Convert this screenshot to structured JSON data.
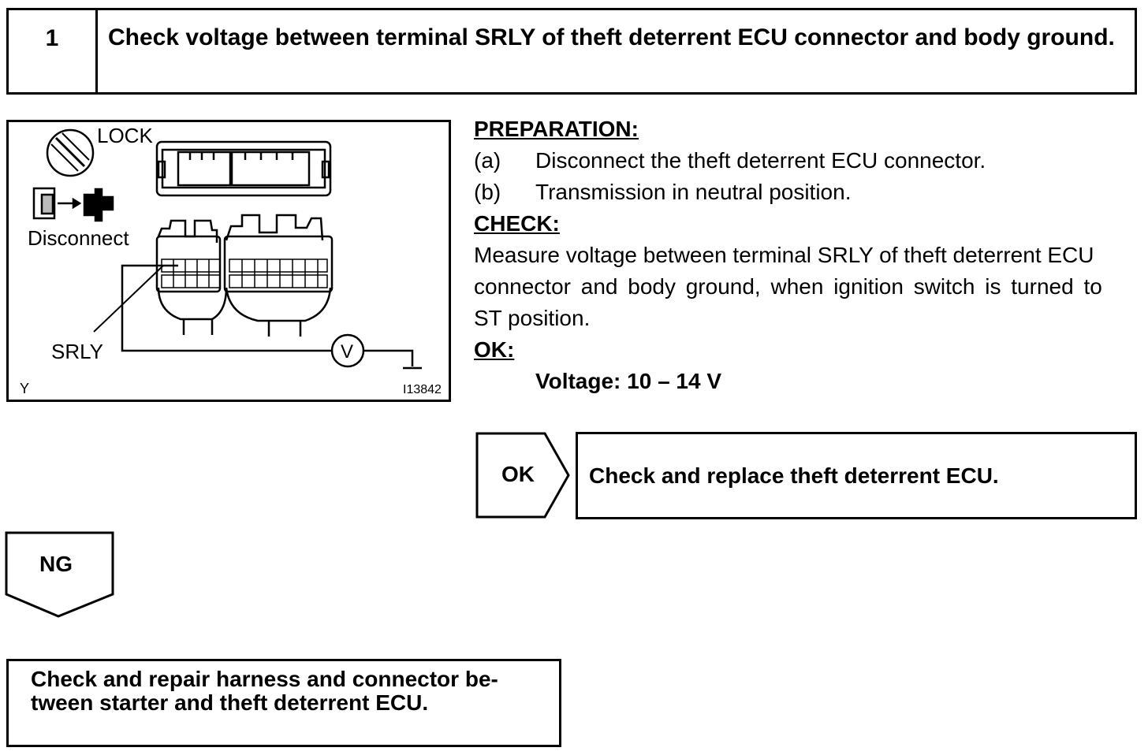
{
  "step": {
    "number": "1",
    "title": "Check voltage between terminal SRLY of theft deterrent ECU connector and body ground."
  },
  "figure": {
    "lock_label": "LOCK",
    "disconnect_label": "Disconnect",
    "srly_label": "SRLY",
    "voltmeter_label": "V",
    "corner_label": "Y",
    "figure_id": "I13842"
  },
  "preparation": {
    "heading": "PREPARATION:",
    "items": [
      {
        "letter": "(a)",
        "text": "Disconnect the theft deterrent ECU connector."
      },
      {
        "letter": "(b)",
        "text": "Transmission in neutral position."
      }
    ]
  },
  "check": {
    "heading": "CHECK:",
    "lines": [
      "Measure voltage between terminal SRLY of theft deterrent ECU",
      "connector and body ground, when ignition switch is turned to",
      "ST position."
    ]
  },
  "ok": {
    "heading": "OK:",
    "spec": "Voltage: 10 – 14 V"
  },
  "ok_branch": {
    "label": "OK",
    "result": "Check and replace theft deterrent ECU."
  },
  "ng_branch": {
    "label": "NG",
    "result": "Check and repair harness and connector be-\ntween starter and theft deterrent ECU."
  }
}
